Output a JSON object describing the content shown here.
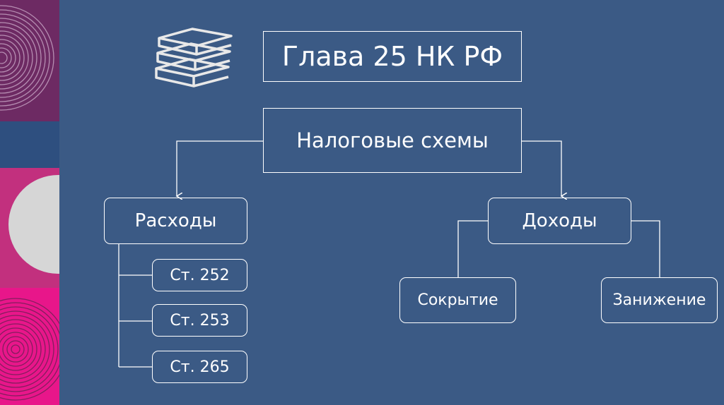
{
  "title": "Глава 25 НК РФ",
  "root": {
    "label": "Налоговые схемы"
  },
  "expenses": {
    "label": "Расходы",
    "articles": [
      {
        "label": "Ст. 252"
      },
      {
        "label": "Ст. 253"
      },
      {
        "label": "Ст. 265"
      }
    ]
  },
  "income": {
    "label": "Доходы",
    "children": [
      {
        "label": "Сокрытие"
      },
      {
        "label": "Занижение"
      }
    ]
  },
  "icons": {
    "book": "books-stack-icon"
  },
  "colors": {
    "background": "#3b5a85",
    "line": "#ffffff",
    "accent_purple": "#6d2a63",
    "accent_navy": "#2e4f7f",
    "accent_magenta": "#c2307e",
    "accent_pink": "#e8168a",
    "circle_light": "#d6d6d6"
  }
}
